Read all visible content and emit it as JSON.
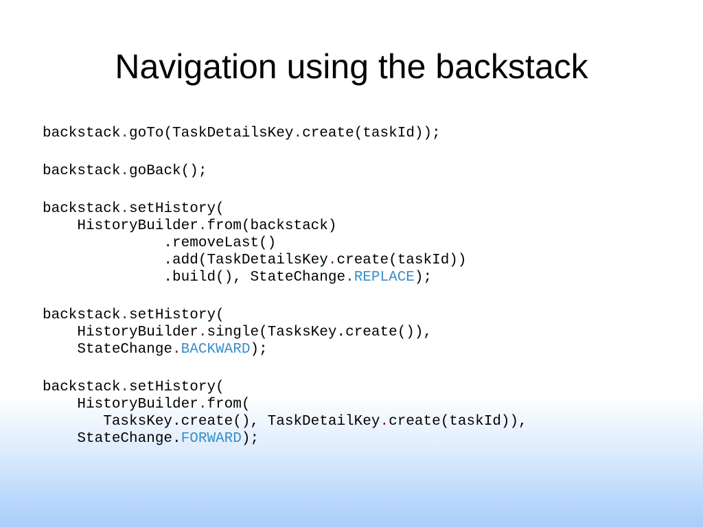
{
  "slide": {
    "title": "Navigation using the backstack"
  },
  "colors": {
    "dot_accent": "#7a1f1f",
    "constant_accent": "#3a8ec7",
    "gradient_bottom": "#a9cdfa"
  },
  "code_blocks": [
    {
      "lines": [
        [
          [
            "t",
            "backstack"
          ],
          [
            "d",
            "."
          ],
          [
            "t",
            "goTo(TaskDetailsKey"
          ],
          [
            "d",
            "."
          ],
          [
            "t",
            "create(taskId));"
          ]
        ]
      ]
    },
    {
      "lines": [
        [
          [
            "t",
            "backstack"
          ],
          [
            "d",
            "."
          ],
          [
            "t",
            "goBack();"
          ]
        ]
      ]
    },
    {
      "lines": [
        [
          [
            "t",
            "backstack"
          ],
          [
            "d",
            "."
          ],
          [
            "t",
            "setHistory("
          ]
        ],
        [
          [
            "t",
            "    HistoryBuilder"
          ],
          [
            "d",
            "."
          ],
          [
            "t",
            "from(backstack)"
          ]
        ],
        [
          [
            "t",
            "              .removeLast()"
          ]
        ],
        [
          [
            "t",
            "              .add(TaskDetailsKey"
          ],
          [
            "d",
            "."
          ],
          [
            "t",
            "create(taskId))"
          ]
        ],
        [
          [
            "t",
            "              .build(), StateChange"
          ],
          [
            "d",
            "."
          ],
          [
            "c",
            "REPLACE"
          ],
          [
            "t",
            ");"
          ]
        ]
      ]
    },
    {
      "lines": [
        [
          [
            "t",
            "backstack"
          ],
          [
            "d",
            "."
          ],
          [
            "t",
            "setHistory("
          ]
        ],
        [
          [
            "t",
            "    HistoryBuilder"
          ],
          [
            "d",
            "."
          ],
          [
            "t",
            "single(TasksKey.create()),"
          ]
        ],
        [
          [
            "t",
            "    StateChange"
          ],
          [
            "d",
            "."
          ],
          [
            "c",
            "BACKWARD"
          ],
          [
            "t",
            ");"
          ]
        ]
      ]
    },
    {
      "lines": [
        [
          [
            "t",
            "backstack"
          ],
          [
            "d",
            "."
          ],
          [
            "t",
            "setHistory("
          ]
        ],
        [
          [
            "t",
            "    HistoryBuilder"
          ],
          [
            "d",
            "."
          ],
          [
            "t",
            "from("
          ]
        ],
        [
          [
            "t",
            "       TasksKey.create(), TaskDetailKey"
          ],
          [
            "d",
            "."
          ],
          [
            "t",
            "create(taskId)),"
          ]
        ],
        [
          [
            "t",
            "    StateChange."
          ],
          [
            "c",
            "FORWARD"
          ],
          [
            "t",
            ");"
          ]
        ]
      ]
    }
  ]
}
